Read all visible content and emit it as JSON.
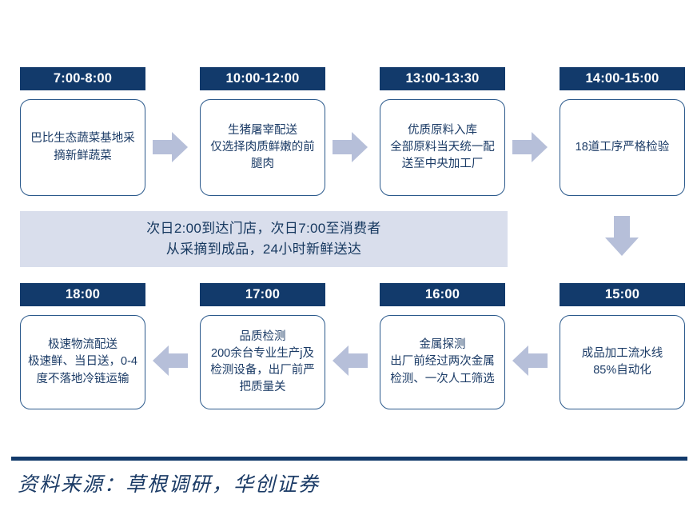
{
  "figure": {
    "title_hidden": "",
    "colors": {
      "chip_navy": "#123A6B",
      "box_border": "#2C5A8C",
      "box_text": "#1B3B66",
      "arrow_fill": "#B6BFD9",
      "banner_bg": "#D9DEEC",
      "banner_text": "#16385F",
      "page_bg": "#FFFFFF"
    }
  },
  "top_row": [
    {
      "time": "7:00-8:00",
      "body": "巴比生态蔬菜基地采\n摘新鲜蔬菜"
    },
    {
      "time": "10:00-12:00",
      "body": "生猪屠宰配送\n仅选择肉质鲜嫩的前\n腿肉"
    },
    {
      "time": "13:00-13:30",
      "body": "优质原料入库\n全部原料当天统一配\n送至中央加工厂"
    },
    {
      "time": "14:00-15:00",
      "body": "18道工序严格检验"
    }
  ],
  "bottom_row": [
    {
      "time": "18:00",
      "body": "极速物流配送\n极速鲜、当日送，0-4\n度不落地冷链运输"
    },
    {
      "time": "17:00",
      "body": "品质检测\n200余台专业生产j及\n检测设备，出厂前严\n把质量关"
    },
    {
      "time": "16:00",
      "body": "金属探测\n出厂前经过两次金属\n检测、一次人工筛选"
    },
    {
      "time": "15:00",
      "body": "成品加工流水线\n85%自动化"
    }
  ],
  "banner": {
    "line1": "次日2:00到达门店，次日7:00至消费者",
    "line2": "从采摘到成品，24小时新鲜送达"
  },
  "footer": {
    "source": "资料来源：草根调研，华创证券"
  },
  "arrows": {
    "top_1": "arrow-right",
    "top_2": "arrow-right",
    "top_3": "arrow-right",
    "right_down": "arrow-down",
    "bottom_1": "arrow-left",
    "bottom_2": "arrow-left",
    "bottom_3": "arrow-left"
  }
}
